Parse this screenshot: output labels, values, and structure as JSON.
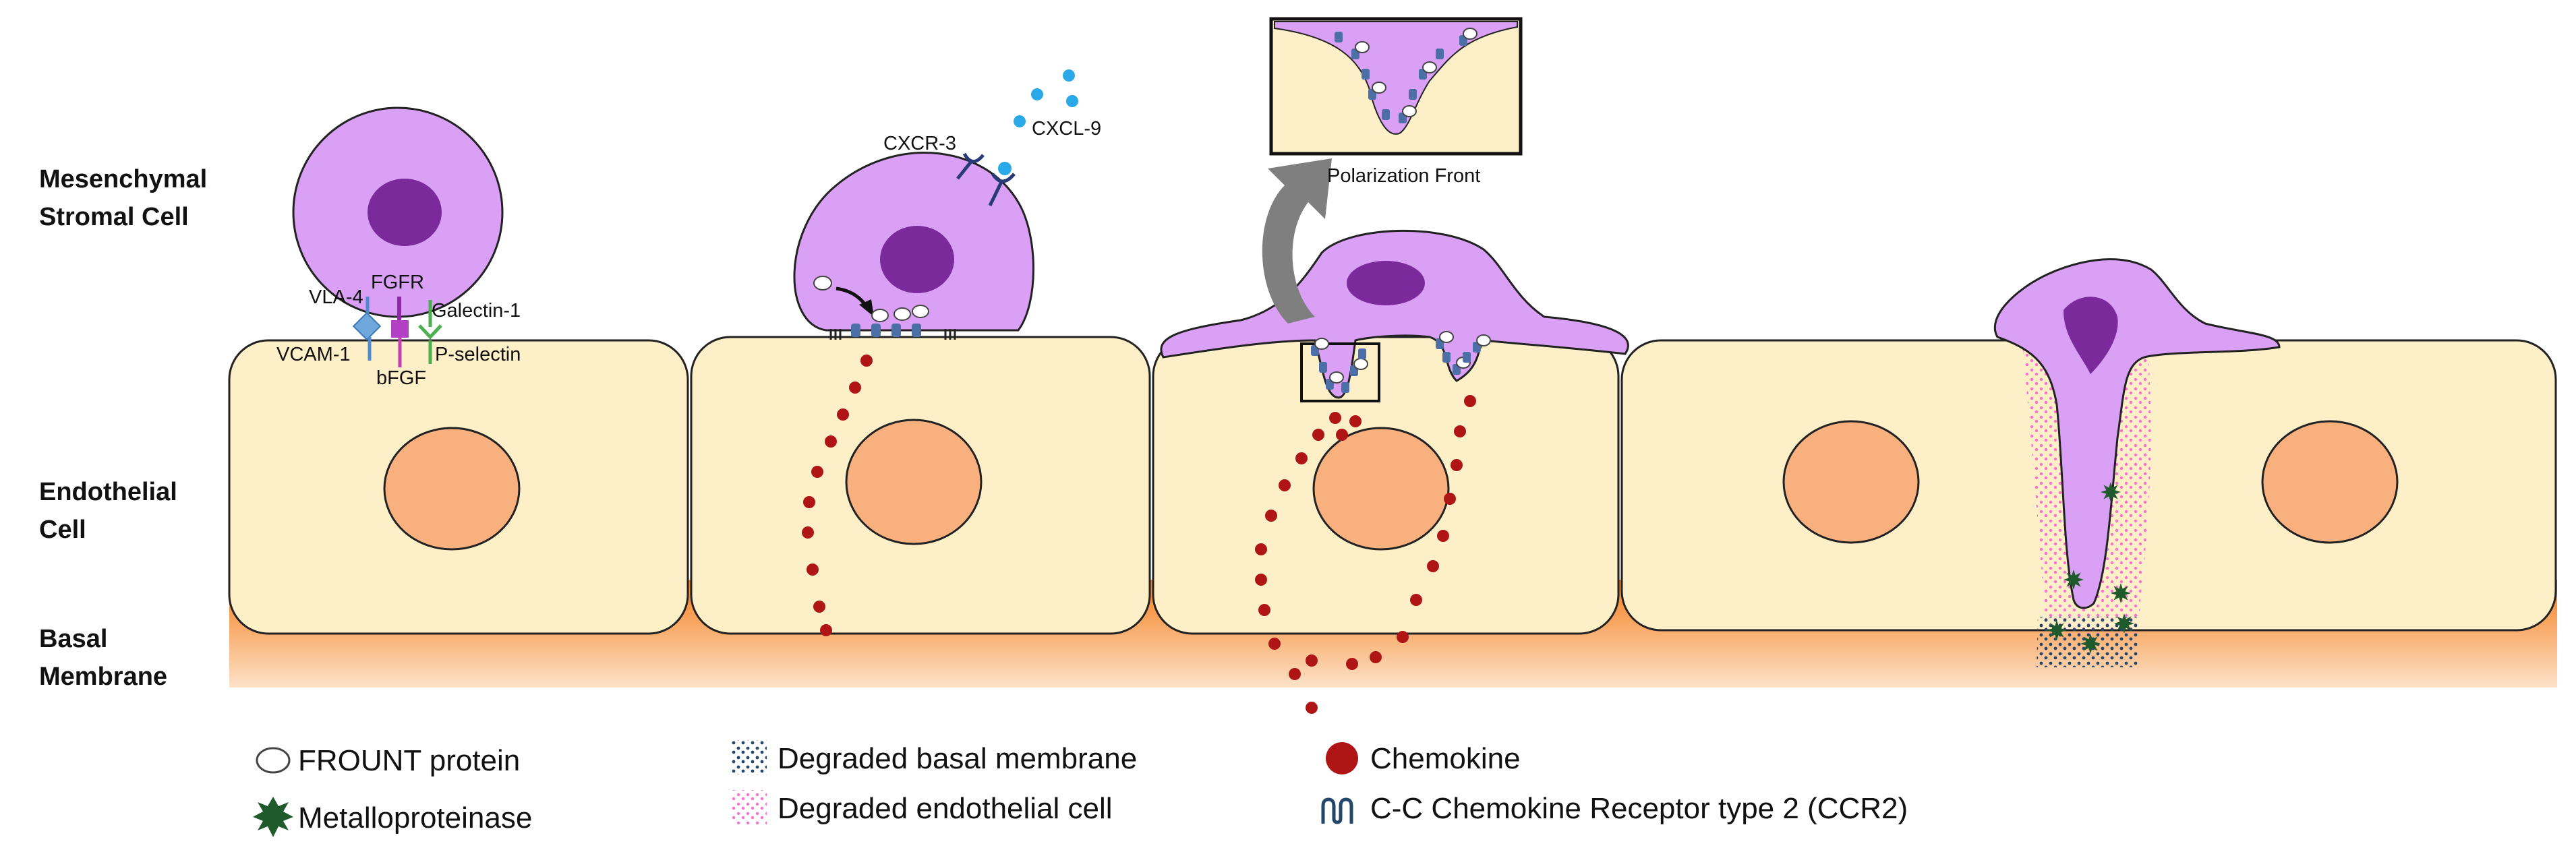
{
  "row_labels": {
    "msc": [
      "Mesenchymal",
      "Stromal Cell"
    ],
    "endothelial": [
      "Endothelial",
      "Cell"
    ],
    "basal": [
      "Basal",
      "Membrane"
    ]
  },
  "molecules": {
    "vla4": "VLA-4",
    "fgfr": "FGFR",
    "galectin": "Galectin-1",
    "vcam": "VCAM-1",
    "bfgf": "bFGF",
    "pselectin": "P-selectin",
    "cxcr3": "CXCR-3",
    "cxcl9": "CXCL-9"
  },
  "inset_label": "Polarization Front",
  "legend": {
    "frount": "FROUNT protein",
    "mmp": "Metalloproteinase",
    "degraded_bm": "Degraded basal membrane",
    "degraded_ec": "Degraded endothelial cell",
    "chemokine": "Chemokine",
    "ccr2": "C-C Chemokine Receptor type 2 (CCR2)"
  },
  "colors": {
    "cell_purple": "#d9a0f5",
    "nucleus_purple": "#7a2a9a",
    "endothelial_fill": "#fdefc7",
    "endothelial_nucleus": "#f9b07f",
    "chemokine_red": "#b01515",
    "basal_orange": "#f58a30",
    "degraded_pink": "#ff6fcf",
    "degraded_blue": "#23466b",
    "mmp_green": "#1f5a2c",
    "cxcl_blue": "#2aa8e8",
    "arrow_gray": "#7f7f7f"
  }
}
